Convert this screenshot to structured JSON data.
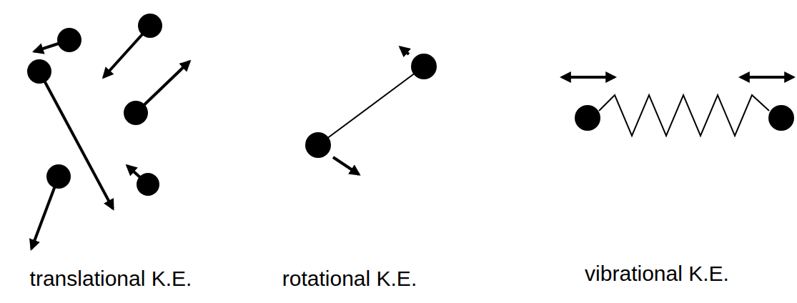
{
  "diagram": {
    "labels": [
      "translational K.E.",
      "rotational K.E.",
      "vibrational K.E."
    ]
  }
}
